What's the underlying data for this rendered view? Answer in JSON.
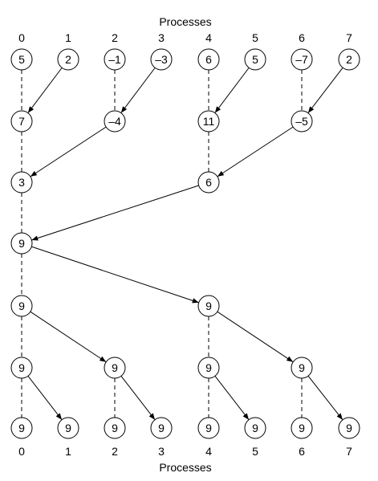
{
  "top_title": "Processes",
  "bottom_title": "Processes",
  "process_labels": [
    "0",
    "1",
    "2",
    "3",
    "4",
    "5",
    "6",
    "7"
  ],
  "nodes": [
    {
      "id": "r0p0",
      "row": 0,
      "proc": 0,
      "value": "5"
    },
    {
      "id": "r0p1",
      "row": 0,
      "proc": 1,
      "value": "2"
    },
    {
      "id": "r0p2",
      "row": 0,
      "proc": 2,
      "value": "–1"
    },
    {
      "id": "r0p3",
      "row": 0,
      "proc": 3,
      "value": "–3"
    },
    {
      "id": "r0p4",
      "row": 0,
      "proc": 4,
      "value": "6"
    },
    {
      "id": "r0p5",
      "row": 0,
      "proc": 5,
      "value": "5"
    },
    {
      "id": "r0p6",
      "row": 0,
      "proc": 6,
      "value": "–7"
    },
    {
      "id": "r0p7",
      "row": 0,
      "proc": 7,
      "value": "2"
    },
    {
      "id": "r1p0",
      "row": 1,
      "proc": 0,
      "value": "7"
    },
    {
      "id": "r1p2",
      "row": 1,
      "proc": 2,
      "value": "–4"
    },
    {
      "id": "r1p4",
      "row": 1,
      "proc": 4,
      "value": "11"
    },
    {
      "id": "r1p6",
      "row": 1,
      "proc": 6,
      "value": "–5"
    },
    {
      "id": "r2p0",
      "row": 2,
      "proc": 0,
      "value": "3"
    },
    {
      "id": "r2p4",
      "row": 2,
      "proc": 4,
      "value": "6"
    },
    {
      "id": "r3p0",
      "row": 3,
      "proc": 0,
      "value": "9"
    },
    {
      "id": "r4p0",
      "row": 4,
      "proc": 0,
      "value": "9"
    },
    {
      "id": "r4p4",
      "row": 4,
      "proc": 4,
      "value": "9"
    },
    {
      "id": "r5p0",
      "row": 5,
      "proc": 0,
      "value": "9"
    },
    {
      "id": "r5p2",
      "row": 5,
      "proc": 2,
      "value": "9"
    },
    {
      "id": "r5p4",
      "row": 5,
      "proc": 4,
      "value": "9"
    },
    {
      "id": "r5p6",
      "row": 5,
      "proc": 6,
      "value": "9"
    },
    {
      "id": "r6p0",
      "row": 6,
      "proc": 0,
      "value": "9"
    },
    {
      "id": "r6p1",
      "row": 6,
      "proc": 1,
      "value": "9"
    },
    {
      "id": "r6p2",
      "row": 6,
      "proc": 2,
      "value": "9"
    },
    {
      "id": "r6p3",
      "row": 6,
      "proc": 3,
      "value": "9"
    },
    {
      "id": "r6p4",
      "row": 6,
      "proc": 4,
      "value": "9"
    },
    {
      "id": "r6p5",
      "row": 6,
      "proc": 5,
      "value": "9"
    },
    {
      "id": "r6p6",
      "row": 6,
      "proc": 6,
      "value": "9"
    },
    {
      "id": "r6p7",
      "row": 6,
      "proc": 7,
      "value": "9"
    }
  ],
  "dashed_links": [
    [
      "r0p0",
      "r1p0"
    ],
    [
      "r1p0",
      "r2p0"
    ],
    [
      "r2p0",
      "r3p0"
    ],
    [
      "r3p0",
      "r4p0"
    ],
    [
      "r4p0",
      "r5p0"
    ],
    [
      "r5p0",
      "r6p0"
    ],
    [
      "r0p2",
      "r1p2"
    ],
    [
      "r0p4",
      "r1p4"
    ],
    [
      "r1p4",
      "r2p4"
    ],
    [
      "r0p6",
      "r1p6"
    ],
    [
      "r4p4",
      "r5p4"
    ],
    [
      "r5p4",
      "r6p4"
    ],
    [
      "r5p2",
      "r6p2"
    ],
    [
      "r5p6",
      "r6p6"
    ]
  ],
  "arrows": [
    [
      "r0p1",
      "r1p0"
    ],
    [
      "r0p3",
      "r1p2"
    ],
    [
      "r0p5",
      "r1p4"
    ],
    [
      "r0p7",
      "r1p6"
    ],
    [
      "r1p2",
      "r2p0"
    ],
    [
      "r1p6",
      "r2p4"
    ],
    [
      "r2p4",
      "r3p0"
    ],
    [
      "r3p0",
      "r4p4"
    ],
    [
      "r4p0",
      "r5p2"
    ],
    [
      "r4p4",
      "r5p6"
    ],
    [
      "r5p0",
      "r6p1"
    ],
    [
      "r5p2",
      "r6p3"
    ],
    [
      "r5p4",
      "r6p5"
    ],
    [
      "r5p6",
      "r6p7"
    ]
  ]
}
